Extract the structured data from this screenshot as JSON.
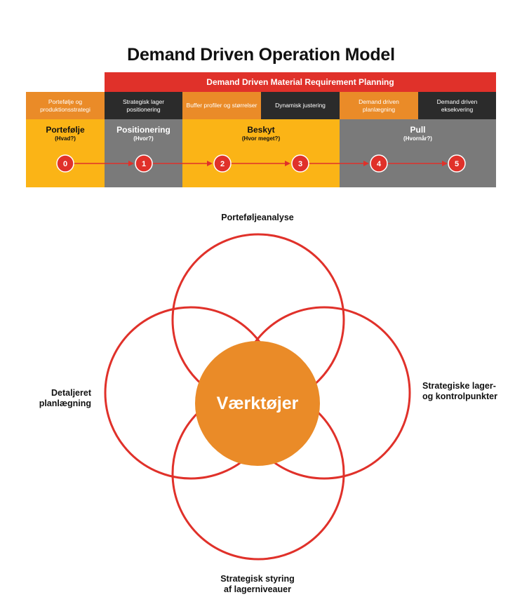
{
  "title": "Demand Driven Operation Model",
  "ddmrp_banner": "Demand Driven Material Requirement Planning",
  "subcomponents": [
    {
      "label": "Portefølje og produktionsstrategi",
      "color": "#ea8b28"
    },
    {
      "label": "Strategisk lager positionering",
      "color": "#2b2b2b"
    },
    {
      "label": "Buffer profiler og størrelser",
      "color": "#ea8b28"
    },
    {
      "label": "Dynamisk justering",
      "color": "#2b2b2b"
    },
    {
      "label": "Demand driven planlægning",
      "color": "#ea8b28"
    },
    {
      "label": "Demand driven eksekvering",
      "color": "#2b2b2b"
    }
  ],
  "phases": [
    {
      "name": "Portefølje",
      "question": "(Hvad?)"
    },
    {
      "name": "Positionering",
      "question": "(Hvor?)"
    },
    {
      "name": "Beskyt",
      "question": "(Hvor meget?)"
    },
    {
      "name": "Pull",
      "question": "(Hvornår?)"
    }
  ],
  "steps": [
    "0",
    "1",
    "2",
    "3",
    "4",
    "5"
  ],
  "venn": {
    "center": "Værktøjer",
    "top": "Porteføljeanalyse",
    "right": [
      "Strategiske lager-",
      "og kontrolpunkter"
    ],
    "bottom": [
      "Strategisk styring",
      "af lagerniveauer"
    ],
    "left": [
      "Detaljeret",
      "planlægning"
    ]
  },
  "colors": {
    "red": "#e0312a",
    "orange": "#ea8b28",
    "yellow": "#fbb416",
    "gray": "#7a7a7a",
    "dark": "#2b2b2b"
  }
}
